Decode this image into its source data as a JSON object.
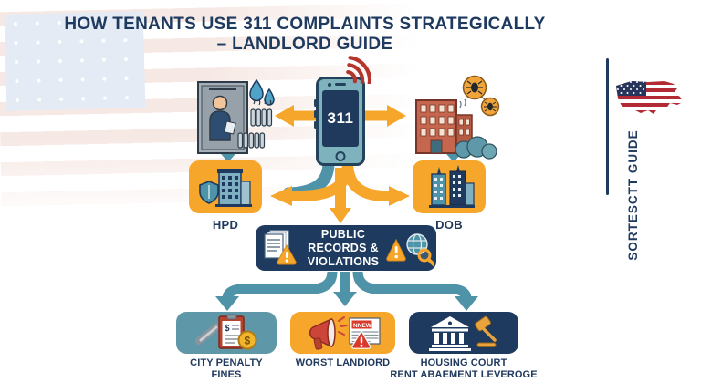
{
  "title": {
    "line1": "HOW TENANTS USE 311 COMPLAINTS STRATEGICALLY",
    "line2": "– LANDLORD GUIDE"
  },
  "phone": {
    "screen_label": "311",
    "icon": "wifi-signal-icon"
  },
  "sources": {
    "left": {
      "icon": "tenant-leak-radiator-illustration"
    },
    "right": {
      "icon": "building-pests-illustration"
    }
  },
  "agencies": {
    "hpd": {
      "label": "HPD",
      "icon": "hpd-building-shield-icon"
    },
    "dob": {
      "label": "DOB",
      "icon": "dob-skyscrapers-icon"
    }
  },
  "records_box": {
    "line1": "PUBLIC RECORDS &",
    "line2": "VIOLATIONS",
    "icons": [
      "documents-warning-icon",
      "warning-globe-magnifier-icon"
    ]
  },
  "outcomes": {
    "city_penalty": {
      "line1": "CITY PENALTY",
      "line2": "FINES",
      "icon": "penalty-invoice-coin-icon"
    },
    "worst_landlord": {
      "line1": "WORST LANDIORD",
      "newspaper_header": "NNEWS",
      "icon": "megaphone-news-icon"
    },
    "housing_court": {
      "line1": "HOUSING COURT",
      "line2": "RENT ABAEMENT LEVEROGE",
      "icon": "courthouse-gavel-icon"
    }
  },
  "sidebar": {
    "brand": "SORTESCTT GUIDE",
    "icon": "usa-map-flag-icon"
  },
  "colors": {
    "navy": "#1e3a5f",
    "orange": "#f5a62b",
    "teal": "#4e93a7",
    "teal_light": "#5e98a8",
    "red": "#c0392b",
    "gold": "#f2b52b",
    "background": "#ffffff"
  }
}
